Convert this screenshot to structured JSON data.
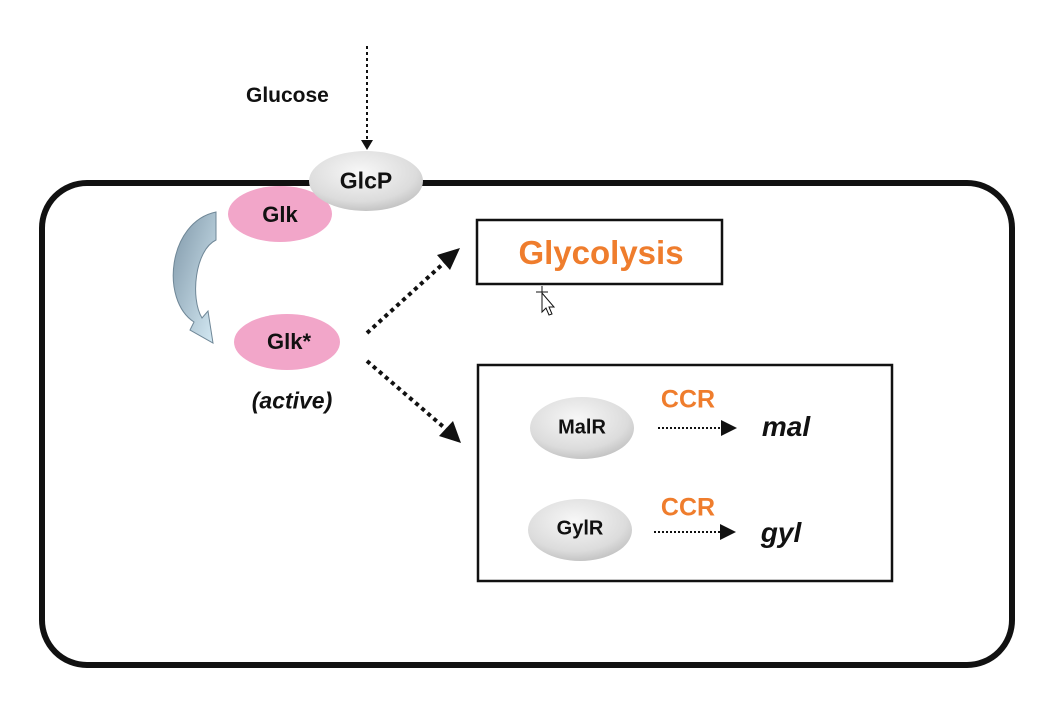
{
  "diagram": {
    "inputs": {
      "glucose": "Glucose"
    },
    "proteins": {
      "glcp": "GlcP",
      "glk": "Glk",
      "glk_active": "Glk*",
      "active_note": "(active)",
      "malr": "MalR",
      "gylr": "GylR"
    },
    "outputs": {
      "glycolysis": "Glycolysis",
      "ccr_top": "CCR",
      "ccr_bottom": "CCR",
      "mal": "mal",
      "gyl": "gyl"
    },
    "colors": {
      "glk_fill": "#f2a6c9",
      "gray_fill": "#dcdcdc",
      "orange_text": "#ef7d2d",
      "curved_arrow": "#b9d7e6",
      "outline": "#111111"
    }
  }
}
